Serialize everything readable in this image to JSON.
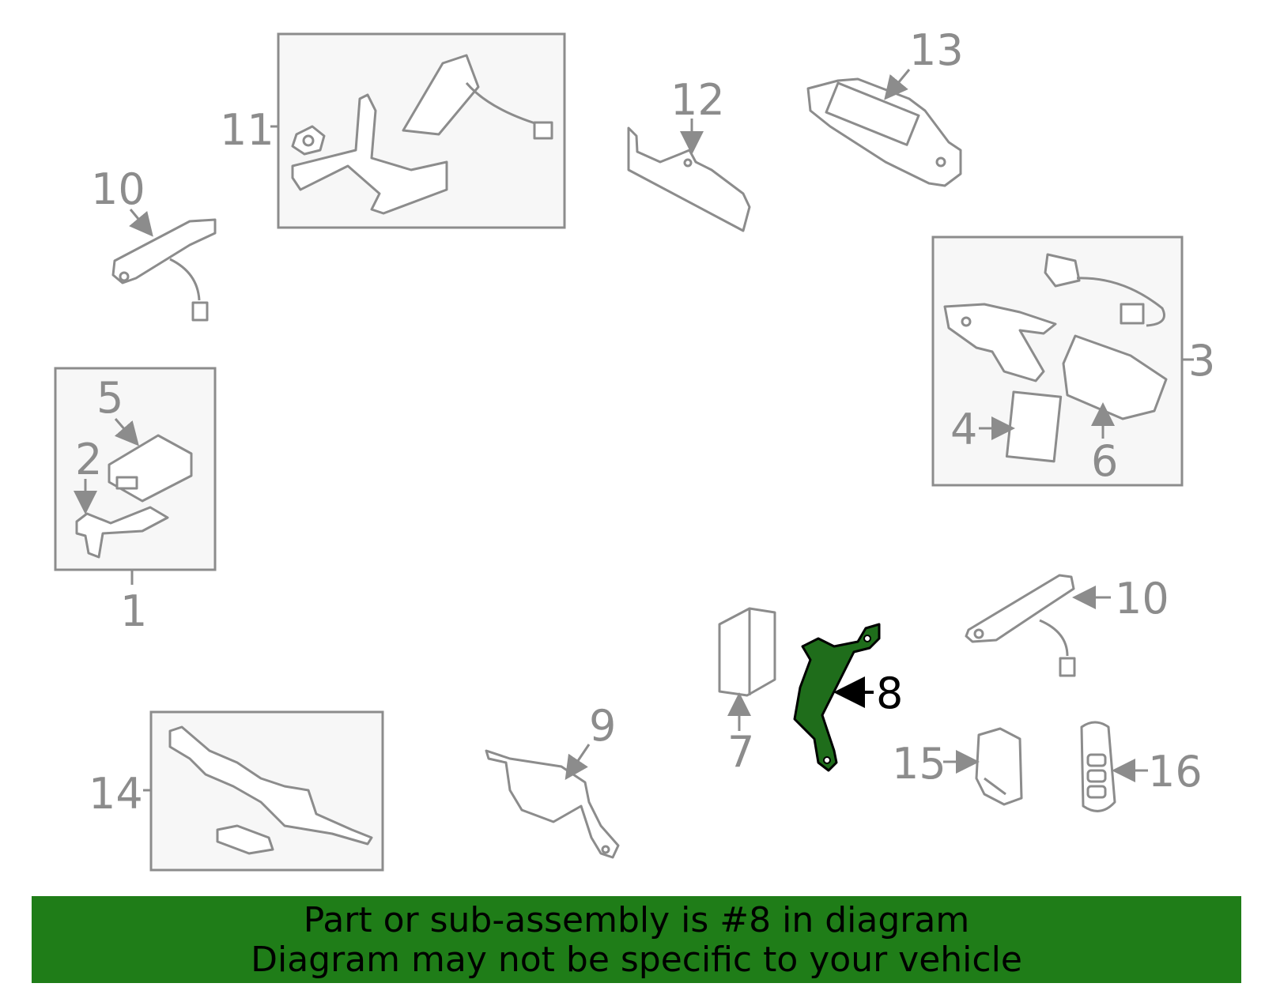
{
  "callouts": {
    "c1": "1",
    "c2": "2",
    "c3": "3",
    "c4": "4",
    "c5": "5",
    "c6": "6",
    "c7": "7",
    "c8": "8",
    "c9": "9",
    "c10a": "10",
    "c10b": "10",
    "c11": "11",
    "c12": "12",
    "c13": "13",
    "c14": "14",
    "c15": "15",
    "c16": "16"
  },
  "highlight_color": "#1f7d18",
  "banner": {
    "line1": "Part or sub-assembly is #8 in diagram",
    "line2": "Diagram may not be specific to your vehicle"
  }
}
